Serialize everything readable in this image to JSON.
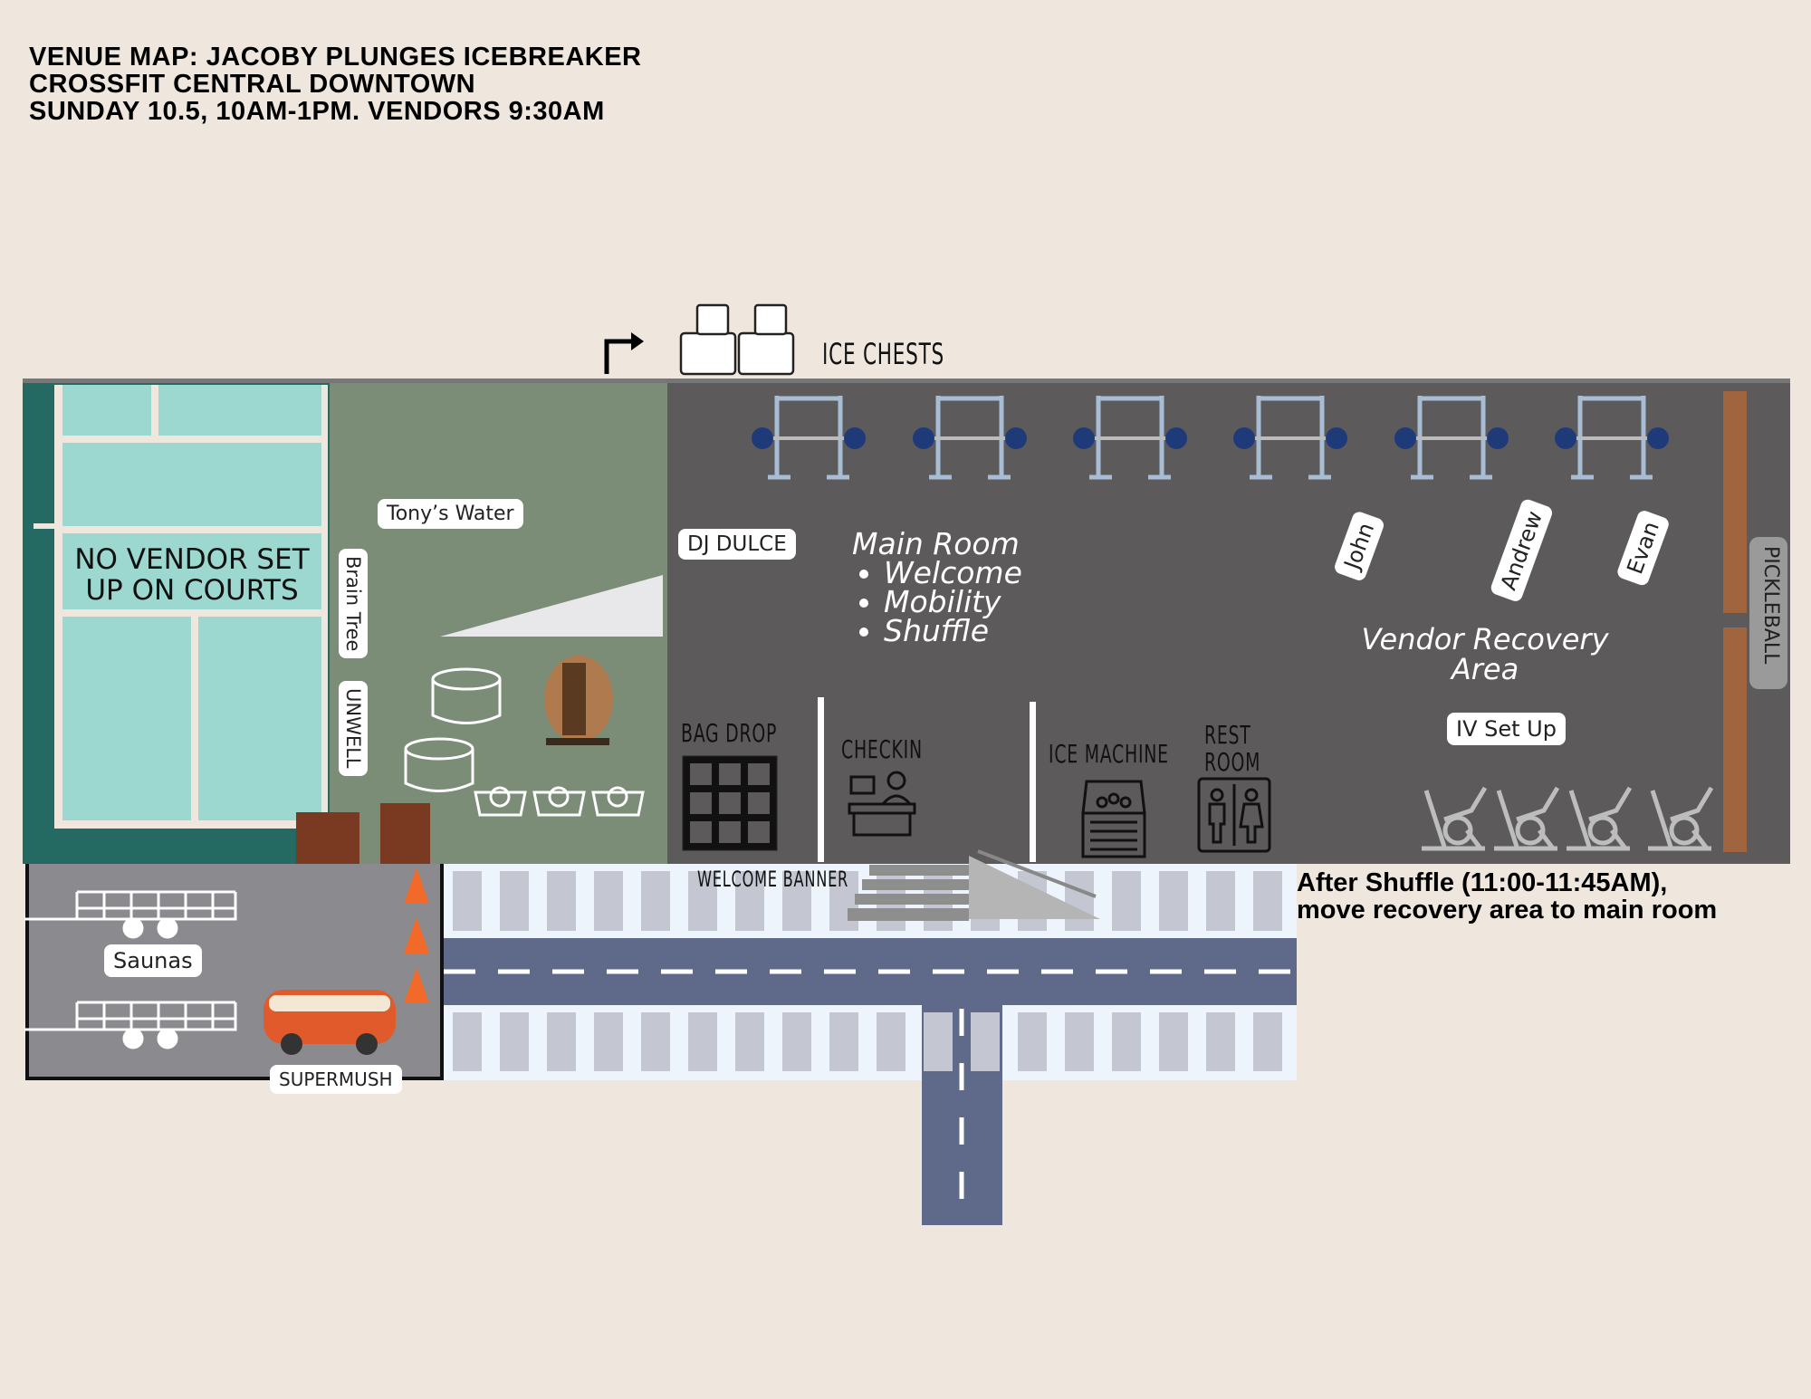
{
  "title": {
    "line1": "VENUE MAP: JACOBY PLUNGES ICEBREAKER",
    "line2": "CROSSFIT CENTRAL DOWNTOWN",
    "line3": "SUNDAY 10.5, 10AM-1PM. VENDORS 9:30AM"
  },
  "ice_chests": "ICE CHESTS",
  "courts": {
    "line1": "NO VENDOR SET",
    "line2": "UP ON  COURTS"
  },
  "outdoor": {
    "tonys_water": "Tony’s Water",
    "brain_tree": "Brain Tree",
    "unwell": "UNWELL"
  },
  "main": {
    "dj": "DJ DULCE",
    "room_title": "Main Room",
    "items": [
      "Welcome",
      "Mobility",
      "Shuffle"
    ],
    "vendors": [
      "John",
      "Andrew",
      "Evan"
    ],
    "recovery_line1": "Vendor Recovery",
    "recovery_line2": "Area",
    "iv": "IV Set Up",
    "pickleball": "PICKLEBALL",
    "bag_drop": "BAG DROP",
    "checkin": "CHECKIN",
    "ice_machine": "ICE MACHINE",
    "rest_line1": "REST",
    "rest_line2": "ROOM"
  },
  "outside": {
    "welcome_banner": "WELCOME BANNER",
    "saunas": "Saunas",
    "supermush": "SUPERMUSH"
  },
  "note": {
    "line1": "After Shuffle (11:00-11:45AM),",
    "line2": "move recovery area to main room"
  },
  "colors": {
    "background": "#efe7de",
    "court_border": "#256a62",
    "court": "#9dd8d0",
    "lawn": "#7b8c77",
    "main_room": "#5d5a5b",
    "lot": "#8a8a8f",
    "road": "#5f6a8a"
  }
}
